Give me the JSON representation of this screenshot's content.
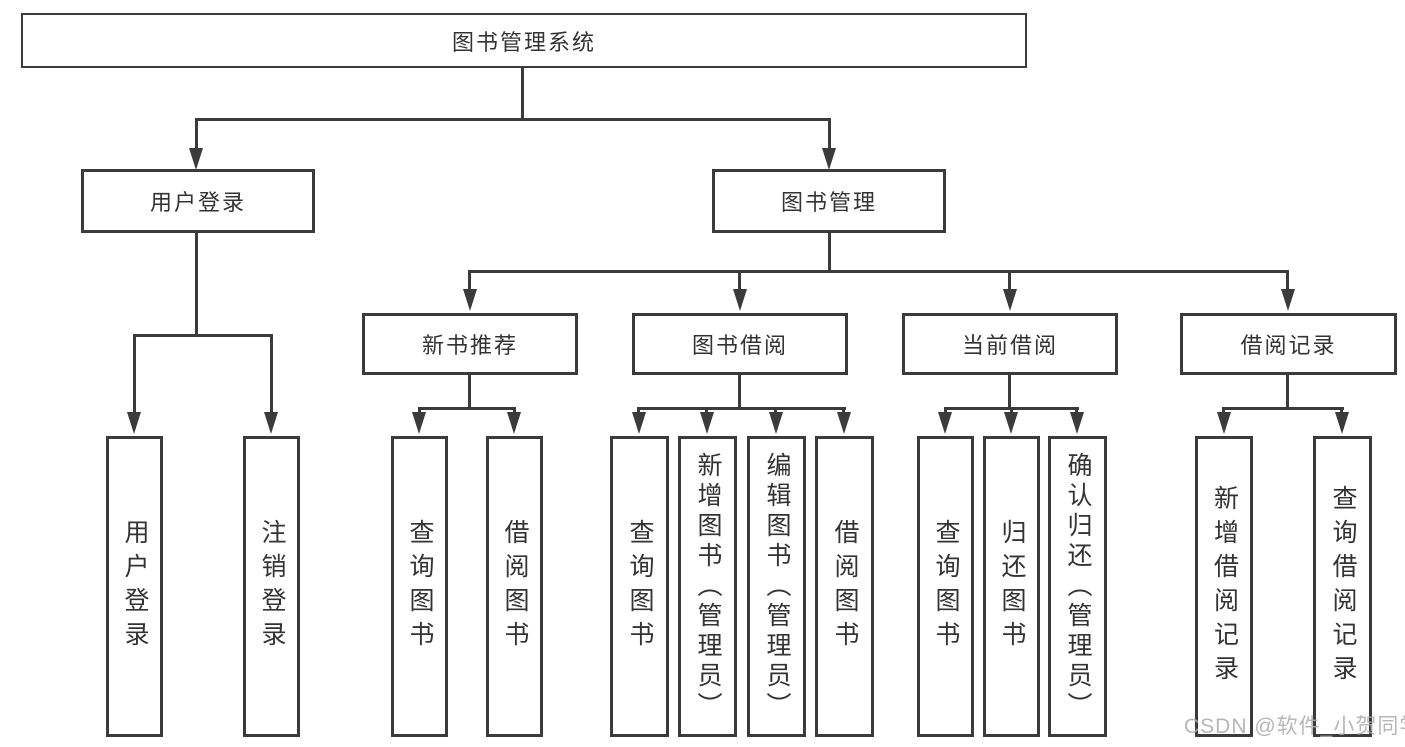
{
  "diagram": {
    "root": "图书管理系统",
    "level2": {
      "user_login": "用户登录",
      "book_mgmt": "图书管理"
    },
    "level3": {
      "new_books": "新书推荐",
      "borrow": "图书借阅",
      "current": "当前借阅",
      "records": "借阅记录"
    },
    "leaves": {
      "user_login": [
        "用户登录",
        "注销登录"
      ],
      "new_books": [
        "查询图书",
        "借阅图书"
      ],
      "borrow": [
        "查询图书",
        "新增图书（管理员）",
        "编辑图书（管理员）",
        "借阅图书"
      ],
      "current": [
        "查询图书",
        "归还图书",
        "确认归还（管理员）"
      ],
      "records": [
        "新增借阅记录",
        "查询借阅记录"
      ]
    }
  },
  "watermark": "CSDN @软件_小贺同学",
  "colors": {
    "line": "#3b3b3b",
    "text": "#333333",
    "watermark": "#adadad",
    "background": "#ffffff"
  }
}
